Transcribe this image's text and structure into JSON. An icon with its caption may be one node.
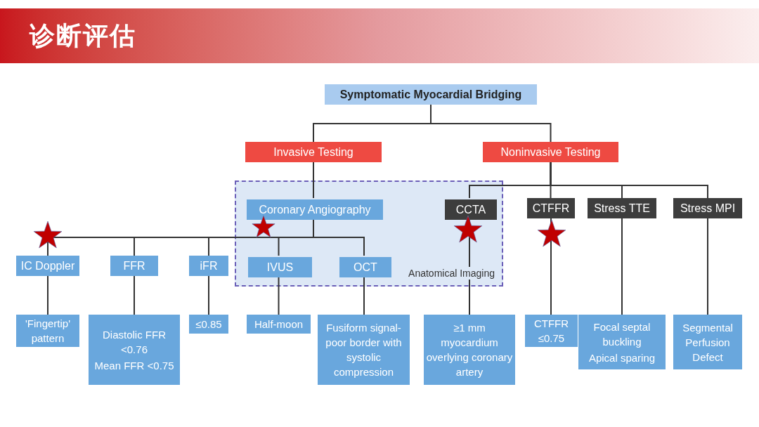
{
  "diagram": {
    "title": "诊断评估",
    "nodes": [
      {
        "text": [
          "Symptomatic Myocardial Bridging"
        ]
      },
      {
        "text": [
          "Invasive Testing"
        ]
      },
      {
        "text": [
          "Noninvasive Testing"
        ]
      },
      {
        "text": [
          "Anatomical Imaging"
        ]
      },
      {
        "text": [
          "Coronary Angiography"
        ],
        "in": 3
      },
      {
        "text": [
          "CCTA"
        ],
        "in": 3
      },
      {
        "text": [
          "CTFFR"
        ]
      },
      {
        "text": [
          "Stress TTE"
        ]
      },
      {
        "text": [
          "Stress MPI"
        ]
      },
      {
        "text": [
          "IC Doppler"
        ]
      },
      {
        "text": [
          "FFR"
        ]
      },
      {
        "text": [
          "iFR"
        ]
      },
      {
        "text": [
          "IVUS"
        ],
        "in": 3
      },
      {
        "text": [
          "OCT"
        ],
        "in": 3
      },
      {
        "text": [
          "'Fingertip' pattern"
        ]
      },
      {
        "text": [
          "Diastolic FFR <0.76",
          "Mean FFR <0.75"
        ]
      },
      {
        "text": [
          "≤0.85"
        ]
      },
      {
        "text": [
          "Half-moon"
        ]
      },
      {
        "text": [
          "Fusiform signal-poor border with systolic compression"
        ]
      },
      {
        "text": [
          "≥1 mm myocardium overlying coronary artery"
        ]
      },
      {
        "text": [
          "CTFFR ≤0.75"
        ]
      },
      {
        "text": [
          "Focal septal buckling",
          "Apical sparing"
        ]
      },
      {
        "text": [
          "Segmental Perfusion Defect"
        ]
      }
    ],
    "edges": [
      {
        "from": 0,
        "to": 1,
        "arrow": "none"
      },
      {
        "from": 0,
        "to": 2,
        "arrow": "none"
      },
      {
        "from": 1,
        "to": 4,
        "arrow": "none"
      },
      {
        "from": 4,
        "to": 9,
        "arrow": "none"
      },
      {
        "from": 4,
        "to": 10,
        "arrow": "none"
      },
      {
        "from": 4,
        "to": 11,
        "arrow": "none"
      },
      {
        "from": 4,
        "to": 12,
        "arrow": "none"
      },
      {
        "from": 4,
        "to": 13,
        "arrow": "none"
      },
      {
        "from": 2,
        "to": 5,
        "arrow": "none"
      },
      {
        "from": 2,
        "to": 6,
        "arrow": "none"
      },
      {
        "from": 2,
        "to": 7,
        "arrow": "none"
      },
      {
        "from": 2,
        "to": 8,
        "arrow": "none"
      },
      {
        "from": 9,
        "to": 14,
        "arrow": "none"
      },
      {
        "from": 10,
        "to": 15,
        "arrow": "none"
      },
      {
        "from": 11,
        "to": 16,
        "arrow": "none"
      },
      {
        "from": 12,
        "to": 17,
        "arrow": "none"
      },
      {
        "from": 13,
        "to": 18,
        "arrow": "none"
      },
      {
        "from": 5,
        "to": 19,
        "arrow": "none"
      },
      {
        "from": 6,
        "to": 20,
        "arrow": "none"
      },
      {
        "from": 7,
        "to": 21,
        "arrow": "none"
      },
      {
        "from": 8,
        "to": 22,
        "arrow": "none"
      }
    ]
  }
}
